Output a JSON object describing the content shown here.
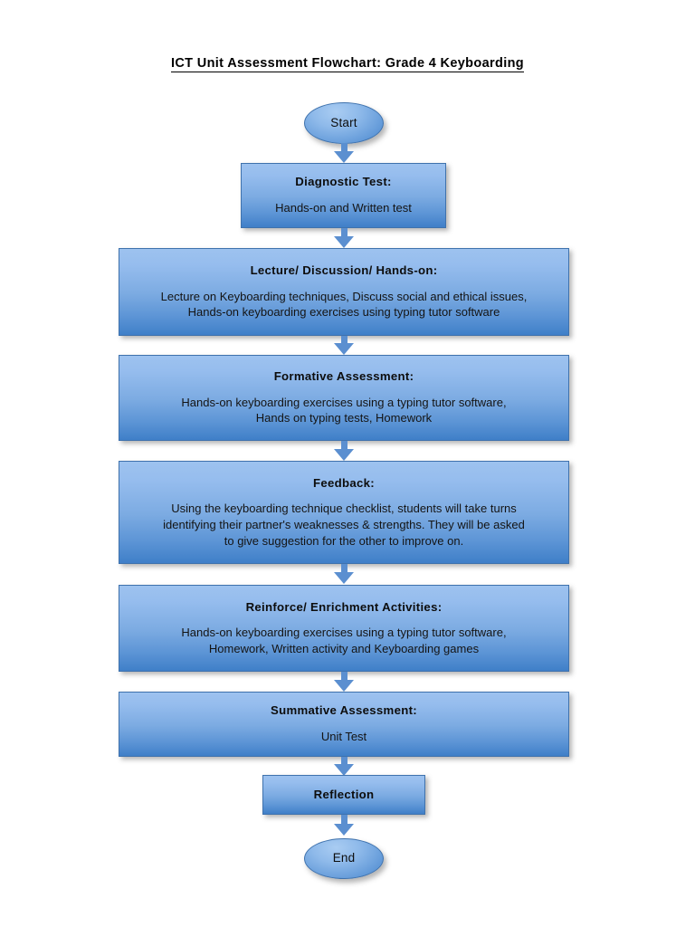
{
  "title": "ICT Unit Assessment Flowchart: Grade 4 Keyboarding",
  "colors": {
    "node_fill_top": "#9dc2ef",
    "node_fill_bottom": "#3f7fc8",
    "node_border": "#3f72ad",
    "arrow": "#5b8fd0",
    "text": "#141414",
    "background": "#ffffff"
  },
  "nodes": [
    {
      "id": "start",
      "shape": "ellipse",
      "label": "Start",
      "body": []
    },
    {
      "id": "diagnostic-test",
      "shape": "process",
      "label": "Diagnostic Test:",
      "body": [
        "Hands-on and Written test"
      ]
    },
    {
      "id": "lecture-discussion-hands-on",
      "shape": "process",
      "label": "Lecture/ Discussion/ Hands-on:",
      "body": [
        "Lecture on Keyboarding techniques, Discuss social and ethical issues,",
        "Hands-on keyboarding exercises using typing tutor software"
      ]
    },
    {
      "id": "formative-assessment",
      "shape": "process",
      "label": "Formative Assessment:",
      "body": [
        "Hands-on keyboarding exercises using a typing tutor software,",
        "Hands on typing tests, Homework"
      ]
    },
    {
      "id": "feedback",
      "shape": "process",
      "label": "Feedback:",
      "body": [
        "Using the keyboarding technique checklist, students will take turns",
        "identifying their partner's weaknesses & strengths. They will be asked",
        "to give suggestion for the other to improve on."
      ]
    },
    {
      "id": "reinforce-enrichment-activities",
      "shape": "process",
      "label": "Reinforce/ Enrichment Activities:",
      "body": [
        "Hands-on keyboarding exercises using a typing tutor software,",
        "Homework, Written activity and Keyboarding games"
      ]
    },
    {
      "id": "summative-assessment",
      "shape": "process",
      "label": "Summative Assessment:",
      "body": [
        "Unit Test"
      ]
    },
    {
      "id": "reflection",
      "shape": "process",
      "label": "Reflection",
      "body": []
    },
    {
      "id": "end",
      "shape": "ellipse",
      "label": "End",
      "body": []
    }
  ],
  "connectors": [
    {
      "id": "start-to-diagnostic",
      "icon": "down-arrow-icon"
    },
    {
      "id": "diagnostic-to-lecture",
      "icon": "down-arrow-icon"
    },
    {
      "id": "lecture-to-formative",
      "icon": "down-arrow-icon"
    },
    {
      "id": "formative-to-feedback",
      "icon": "down-arrow-icon"
    },
    {
      "id": "feedback-to-reinforce",
      "icon": "down-arrow-icon"
    },
    {
      "id": "reinforce-to-summative",
      "icon": "down-arrow-icon"
    },
    {
      "id": "summative-to-reflection",
      "icon": "down-arrow-icon"
    },
    {
      "id": "reflection-to-end",
      "icon": "down-arrow-icon"
    }
  ]
}
